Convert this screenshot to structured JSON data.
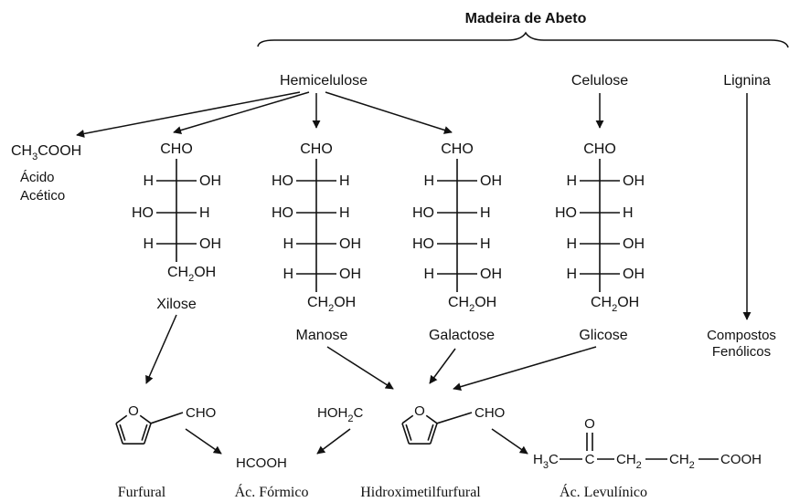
{
  "title": "Madeira de Abeto",
  "sources": {
    "hemicellulose": "Hemicelulose",
    "cellulose": "Celulose",
    "lignin": "Lignina"
  },
  "acetic_acid": {
    "formula_main": "CH",
    "formula_sub": "3",
    "formula_rest": "COOH",
    "name_line1": "Ácido",
    "name_line2": "Acético"
  },
  "fischer": {
    "top_group": "CHO",
    "bottom_main": "CH",
    "bottom_sub": "2",
    "bottom_rest": "OH",
    "atom_h": "H",
    "group_oh": "OH",
    "group_ho": "HO"
  },
  "sugars": {
    "xylose": "Xilose",
    "mannose": "Manose",
    "galactose": "Galactose",
    "glucose": "Glicose"
  },
  "phenolics": {
    "line1": "Compostos",
    "line2": "Fenólicos"
  },
  "products": {
    "furfural_cho": "CHO",
    "furan_o": "O",
    "hmf_cho": "CHO",
    "hmf_prefix_main": "HOH",
    "hmf_prefix_sub": "2",
    "hmf_prefix_rest": "C",
    "formic_formula": "HCOOH",
    "levulinic_o": "O",
    "lev_h": "H",
    "lev_sub3": "3",
    "lev_c": "C",
    "lev_ch": "CH",
    "lev_sub2": "2",
    "lev_cooh": "COOH"
  },
  "product_names": {
    "furfural": "Furfural",
    "formic": "Ác. Fórmico",
    "hmf": "Hidroximetilfurfural",
    "levulinic": "Ác. Levulínico"
  }
}
